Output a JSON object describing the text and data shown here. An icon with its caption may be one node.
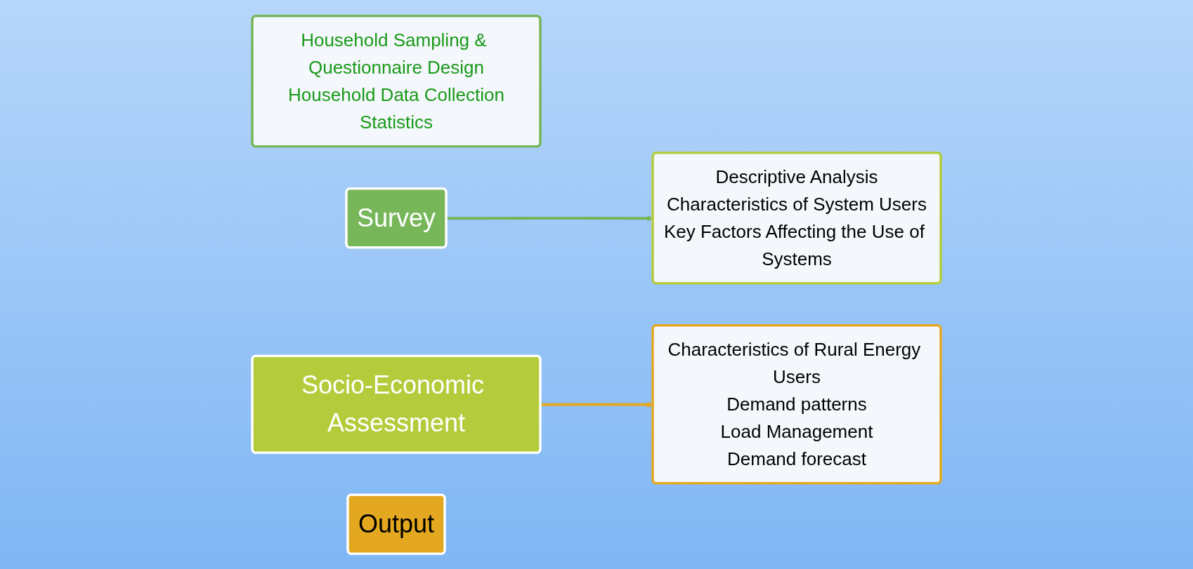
{
  "diagram": {
    "nodes": [
      {
        "text": [
          "Household Sampling & Questionnaire Design",
          "Household Data Collection",
          "Statistics"
        ]
      },
      {
        "text": [
          "Survey"
        ]
      },
      {
        "text": [
          "Socio-Economic Assessment"
        ]
      },
      {
        "text": [
          "Descriptive Analysis",
          "Characteristics of System Users",
          "Key Factors Affecting the Use of Systems"
        ]
      },
      {
        "text": [
          "Characteristics of Rural Energy Users",
          "Demand patterns",
          "Load Management",
          "Demand forecast"
        ]
      },
      {
        "text": [
          "Output"
        ]
      }
    ],
    "edges": [
      {
        "from": 1,
        "to": 3,
        "arrow": "to",
        "color": "#77b55a"
      },
      {
        "from": 2,
        "to": 4,
        "arrow": "to",
        "color": "#e3a81f"
      }
    ]
  }
}
